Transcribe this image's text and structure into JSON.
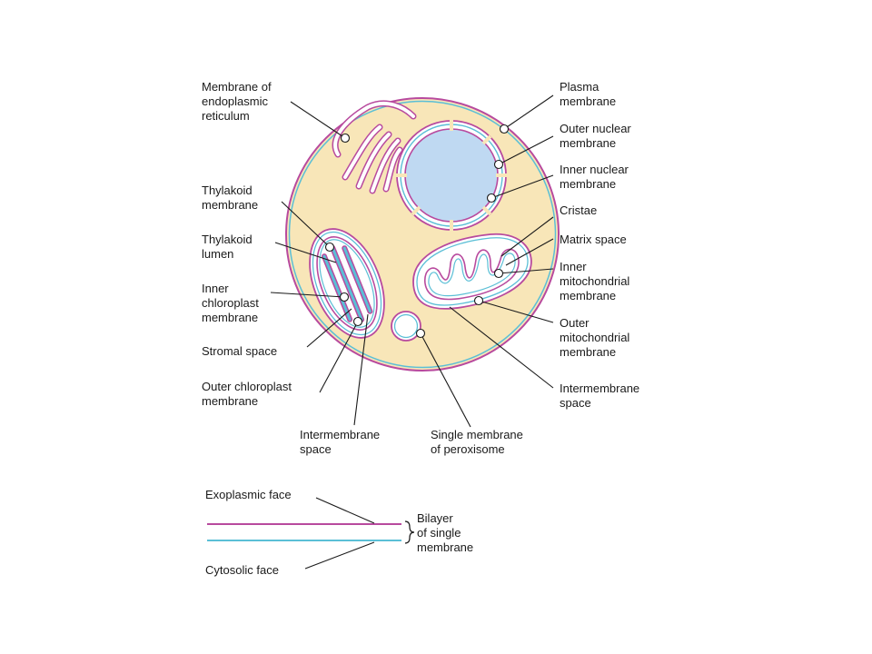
{
  "colors": {
    "cytoplasm": "#f8e6b8",
    "membrane_outer": "#b84a9e",
    "membrane_inner": "#5bbfd6",
    "nucleus": "#bfd9f2",
    "organelle_lumen": "#ffffff",
    "text": "#1a1a1a"
  },
  "labels": {
    "er_membrane": [
      "Membrane of",
      "endoplasmic",
      "reticulum"
    ],
    "thylakoid_membrane": [
      "Thylakoid",
      "membrane"
    ],
    "thylakoid_lumen": [
      "Thylakoid",
      "lumen"
    ],
    "inner_chloroplast_membrane": [
      "Inner",
      "chloroplast",
      "membrane"
    ],
    "stromal_space": [
      "Stromal space"
    ],
    "outer_chloroplast_membrane": [
      "Outer chloroplast",
      "membrane"
    ],
    "intermembrane_space_left": [
      "Intermembrane",
      "space"
    ],
    "peroxisome_membrane": [
      "Single membrane",
      "of peroxisome"
    ],
    "plasma_membrane": [
      "Plasma",
      "membrane"
    ],
    "outer_nuclear_membrane": [
      "Outer nuclear",
      "membrane"
    ],
    "inner_nuclear_membrane": [
      "Inner nuclear",
      "membrane"
    ],
    "cristae": [
      "Cristae"
    ],
    "matrix_space": [
      "Matrix space"
    ],
    "inner_mitochondrial_membrane": [
      "Inner",
      "mitochondrial",
      "membrane"
    ],
    "outer_mitochondrial_membrane": [
      "Outer",
      "mitochondrial",
      "membrane"
    ],
    "intermembrane_space_right": [
      "Intermembrane",
      "space"
    ],
    "exoplasmic_face": [
      "Exoplasmic face"
    ],
    "cytosolic_face": [
      "Cytosolic face"
    ],
    "bilayer": [
      "Bilayer",
      "of single",
      "membrane"
    ]
  }
}
